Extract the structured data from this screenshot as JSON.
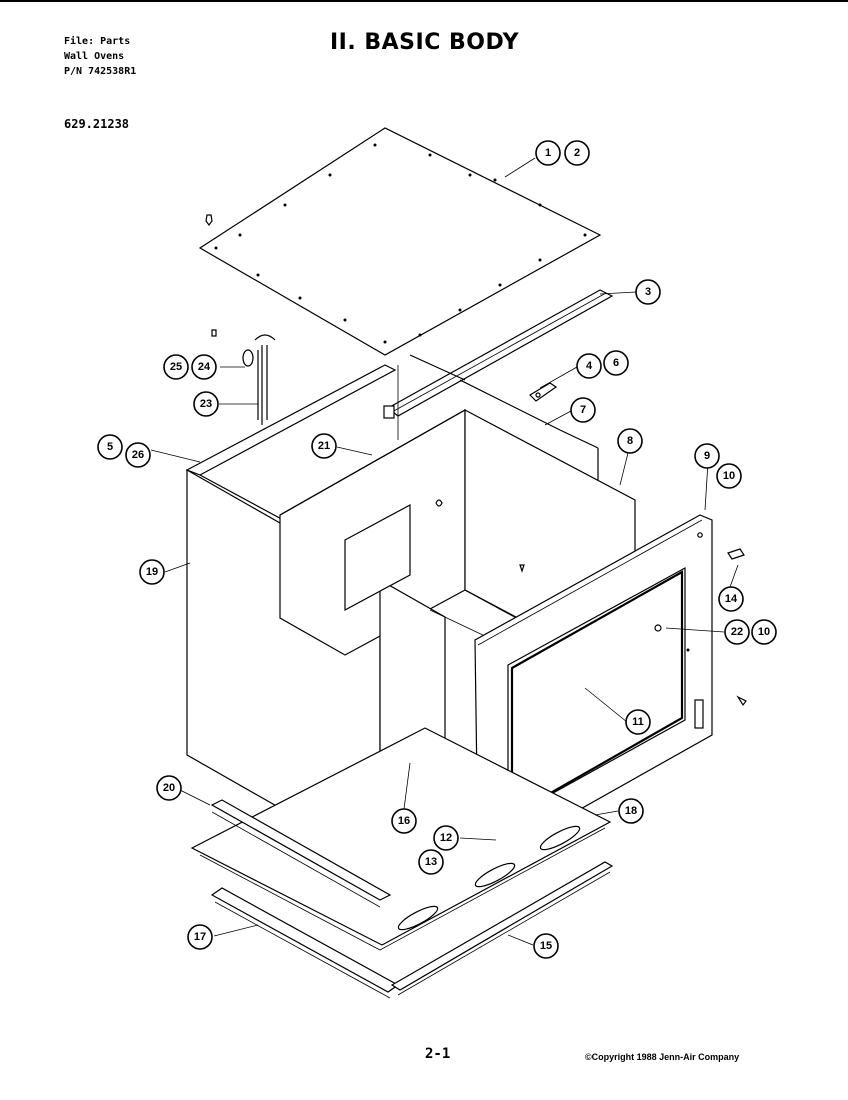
{
  "header": {
    "file_line": "File: Parts",
    "category_line": "Wall Ovens",
    "pn_line": "P/N 742538R1",
    "model_number": "629.21238",
    "title": "II. BASIC BODY"
  },
  "footer": {
    "page_number": "2-1",
    "copyright": "©Copyright 1988 Jenn-Air Company"
  },
  "callouts": [
    {
      "id": "c1",
      "label": "1"
    },
    {
      "id": "c2",
      "label": "2"
    },
    {
      "id": "c3",
      "label": "3"
    },
    {
      "id": "c4",
      "label": "4"
    },
    {
      "id": "c6",
      "label": "6"
    },
    {
      "id": "c7",
      "label": "7"
    },
    {
      "id": "c8",
      "label": "8"
    },
    {
      "id": "c9",
      "label": "9"
    },
    {
      "id": "c10a",
      "label": "10"
    },
    {
      "id": "c5",
      "label": "5"
    },
    {
      "id": "c26",
      "label": "26"
    },
    {
      "id": "c25",
      "label": "25"
    },
    {
      "id": "c24",
      "label": "24"
    },
    {
      "id": "c23",
      "label": "23"
    },
    {
      "id": "c21",
      "label": "21"
    },
    {
      "id": "c19",
      "label": "19"
    },
    {
      "id": "c14",
      "label": "14"
    },
    {
      "id": "c22",
      "label": "22"
    },
    {
      "id": "c10b",
      "label": "10"
    },
    {
      "id": "c11",
      "label": "11"
    },
    {
      "id": "c20",
      "label": "20"
    },
    {
      "id": "c16",
      "label": "16"
    },
    {
      "id": "c12",
      "label": "12"
    },
    {
      "id": "c13",
      "label": "13"
    },
    {
      "id": "c18",
      "label": "18"
    },
    {
      "id": "c17",
      "label": "17"
    },
    {
      "id": "c15",
      "label": "15"
    }
  ]
}
